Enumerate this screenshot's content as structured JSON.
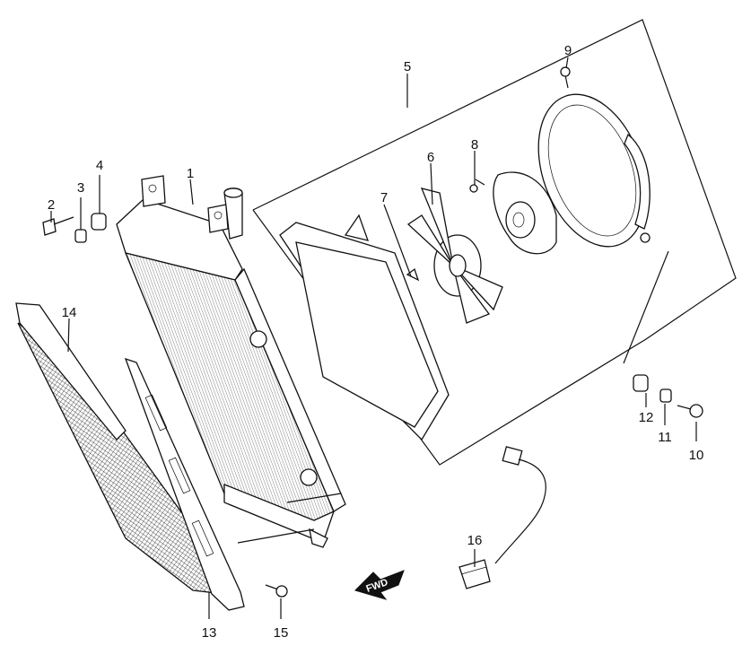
{
  "diagram": {
    "callouts": [
      {
        "id": "c1",
        "text": "1"
      },
      {
        "id": "c2",
        "text": "2"
      },
      {
        "id": "c3",
        "text": "3"
      },
      {
        "id": "c4",
        "text": "4"
      },
      {
        "id": "c5",
        "text": "5"
      },
      {
        "id": "c6",
        "text": "6"
      },
      {
        "id": "c7",
        "text": "7"
      },
      {
        "id": "c8",
        "text": "8"
      },
      {
        "id": "c9",
        "text": "9"
      },
      {
        "id": "c10",
        "text": "10"
      },
      {
        "id": "c11",
        "text": "11"
      },
      {
        "id": "c12",
        "text": "12"
      },
      {
        "id": "c13",
        "text": "13"
      },
      {
        "id": "c14",
        "text": "14"
      },
      {
        "id": "c15",
        "text": "15"
      },
      {
        "id": "c16",
        "text": "16"
      }
    ],
    "fwd_label": "FWD"
  }
}
